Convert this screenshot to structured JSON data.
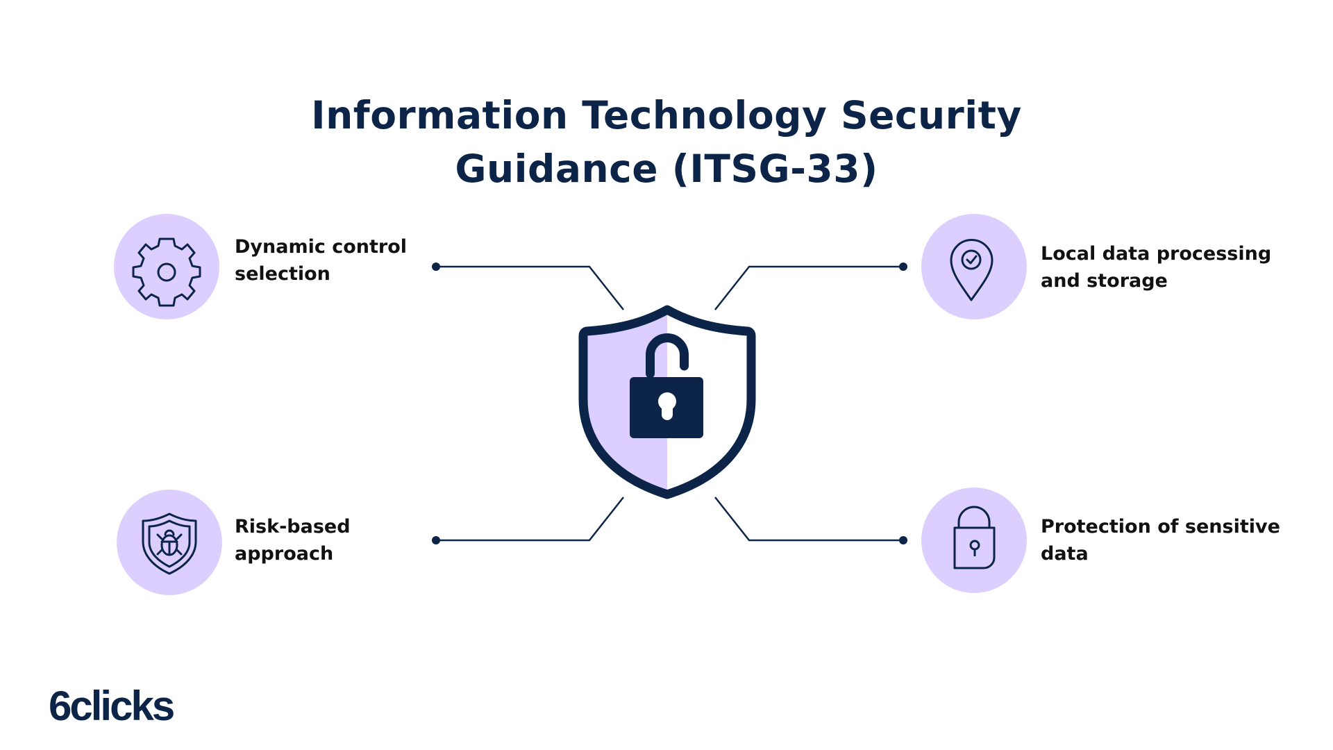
{
  "title": {
    "line1": "Information Technology Security",
    "line2": "Guidance (ITSG-33)"
  },
  "features": [
    {
      "icon": "gear-icon",
      "line1": "Dynamic control",
      "line2": "selection"
    },
    {
      "icon": "location-check-icon",
      "line1": "Local data processing",
      "line2": "and storage"
    },
    {
      "icon": "shield-bug-icon",
      "line1": "Risk-based",
      "line2": "approach"
    },
    {
      "icon": "padlock-icon",
      "line1": "Protection of sensitive",
      "line2": "data"
    }
  ],
  "center_icon": "shield-padlock-icon",
  "logo": {
    "text": "6clicks"
  },
  "colors": {
    "navy": "#0b2448",
    "lavender": "#dccfff",
    "text": "#111111"
  }
}
